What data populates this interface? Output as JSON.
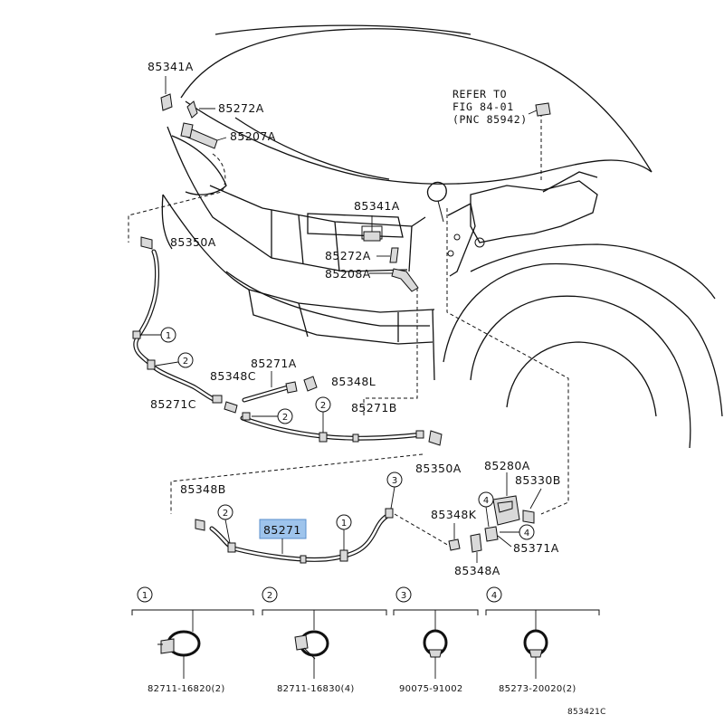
{
  "callouts": {
    "p85341a_top": "85341A",
    "p85272a_top": "85272A",
    "p85207a": "85207A",
    "p85341a_mid": "85341A",
    "p85272a_mid": "85272A",
    "p85208a": "85208A",
    "p85350a_left": "85350A",
    "p85271a": "85271A",
    "p85348c": "85348C",
    "p85348l": "85348L",
    "p85271c": "85271C",
    "p85271b": "85271B",
    "p85350a_right": "85350A",
    "p85280a": "85280A",
    "p85330b": "85330B",
    "p85348b": "85348B",
    "p85271_main": "85271",
    "p85348k": "85348K",
    "p85371a": "85371A",
    "p85348a": "85348A"
  },
  "reference": {
    "line1": "REFER TO",
    "line2": "FIG 84-01",
    "line3": "(PNC 85942)"
  },
  "markers": [
    "1",
    "2",
    "3",
    "4"
  ],
  "legend": [
    {
      "num": "1",
      "part": "82711-16820(2)"
    },
    {
      "num": "2",
      "part": "82711-16830(4)"
    },
    {
      "num": "3",
      "part": "90075-91002"
    },
    {
      "num": "4",
      "part": "85273-20020(2)"
    }
  ],
  "figure_code": "853421C",
  "colors": {
    "highlight": "#9ec4ec",
    "line": "#111111"
  }
}
